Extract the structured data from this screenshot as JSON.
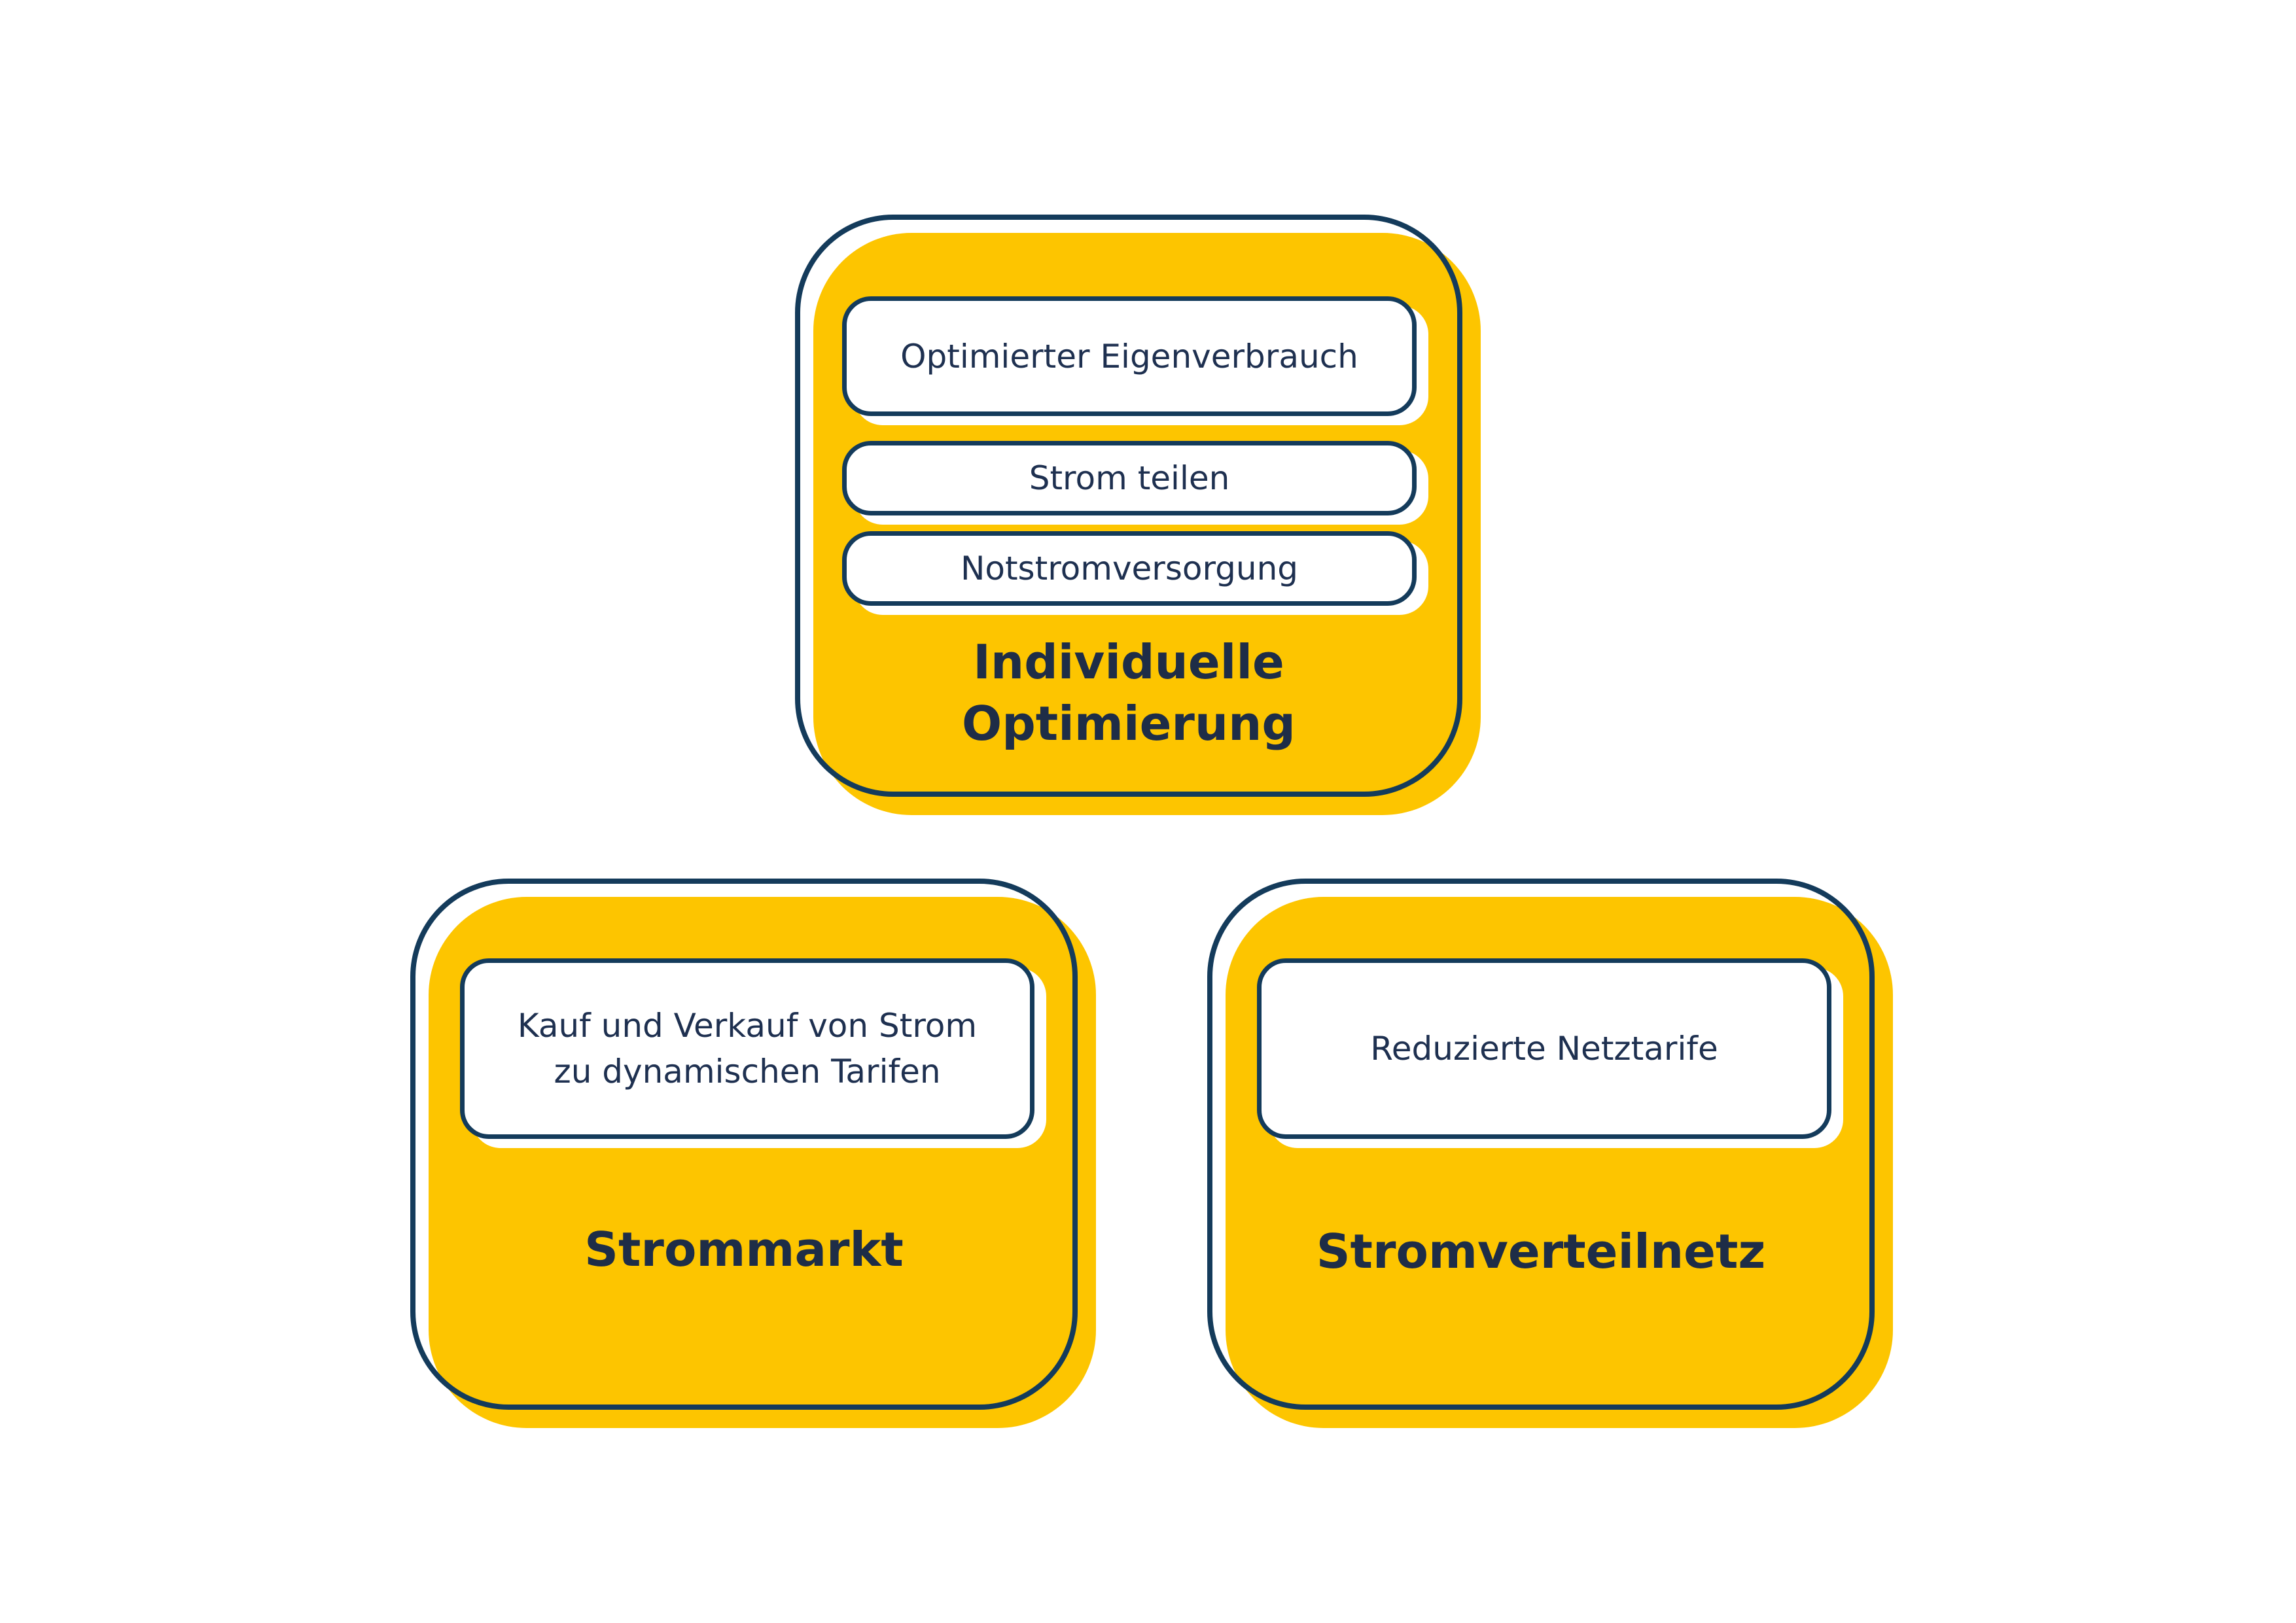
{
  "colors": {
    "accent_fill": "#fdc500",
    "outline": "#143b5b",
    "text": "#1e3050",
    "background": "#ffffff"
  },
  "groups": [
    {
      "title": "Individuelle\nOptimierung",
      "items": [
        "Optimierter Eigenverbrauch",
        "Strom teilen",
        "Notstromversorgung"
      ]
    },
    {
      "title": "Strommarkt",
      "items": [
        "Kauf und Verkauf von Strom\nzu dynamischen Tarifen"
      ]
    },
    {
      "title": "Stromverteilnetz",
      "items": [
        "Reduzierte Netztarife"
      ]
    }
  ]
}
